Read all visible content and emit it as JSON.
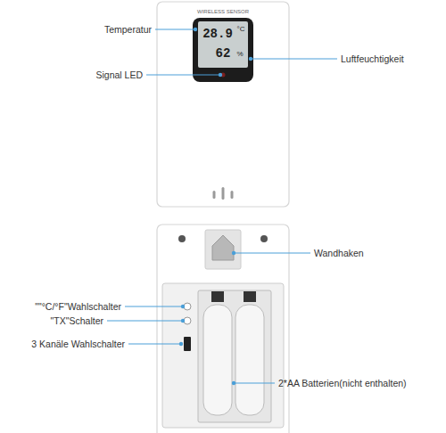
{
  "diagram": {
    "labels": [
      "WIRELESS SENSOR",
      "28.9",
      "°C",
      "62",
      "%",
      "Temperatur",
      "Signal LED",
      "Luftfeuchtigkeit",
      "Wandhaken",
      "\"\"°C/°F\"Wahlschalter",
      "\"TX\"Schalter",
      "3 Kanäle Wahlschalter",
      "2*AA Batterien(nicht enthalten)"
    ]
  }
}
